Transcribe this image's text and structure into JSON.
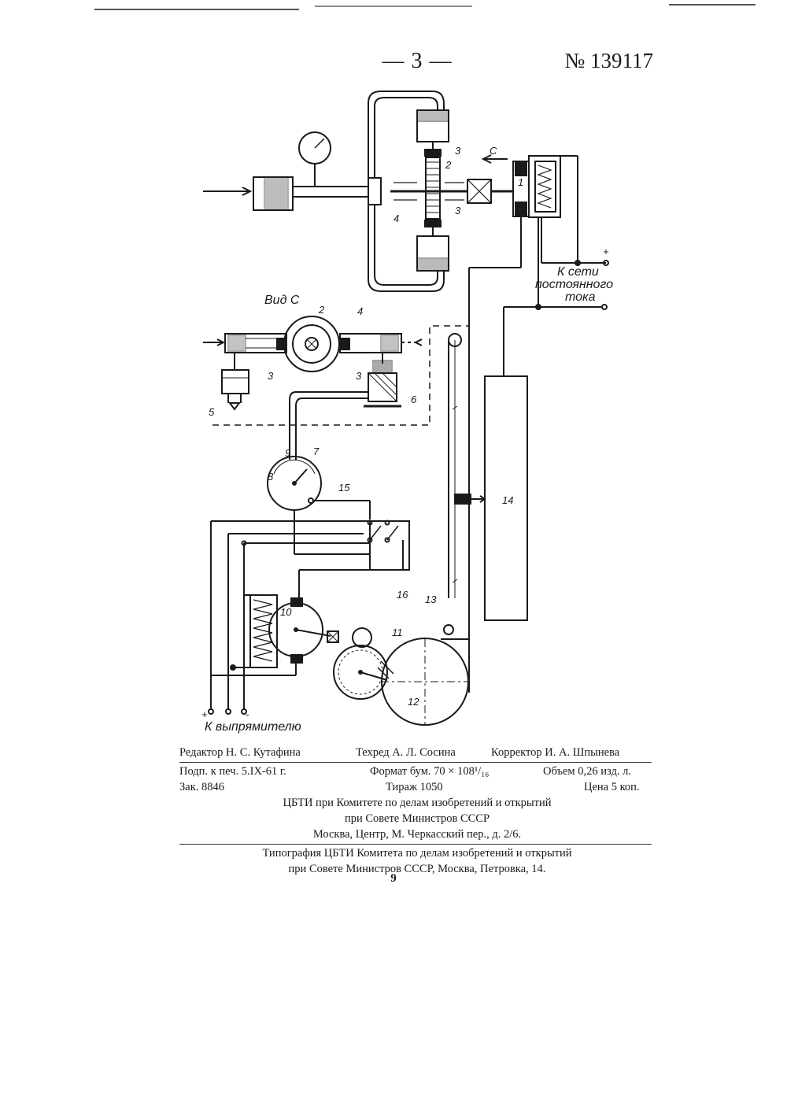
{
  "header": {
    "page_marker": "— 3 —",
    "patent_number": "№ 139117"
  },
  "figure_labels": {
    "view": "Вид С",
    "arrow_c": "С",
    "dc_supply": [
      "К сети",
      "постоянного",
      "тока"
    ],
    "rectifier": "К выпрямителю",
    "plus": "+",
    "minus": "-",
    "numbers": [
      "1",
      "2",
      "3",
      "4",
      "5",
      "6",
      "7",
      "8",
      "9",
      "10",
      "11",
      "12",
      "13",
      "14",
      "15",
      "16"
    ]
  },
  "imprint": {
    "editor": "Редактор Н. С. Кутафина",
    "techred": "Техред А. Л. Сосина",
    "corrector": "Корректор И. А. Шпынева",
    "signed": "Подп. к печ. 5.IX-61 г.",
    "format": "Формат бум. 70 × 108¹/₁₆",
    "volume": "Объем 0,26 изд. л.",
    "order": "Зак. 8846",
    "print_run": "Тираж 1050",
    "price": "Цена 5 коп.",
    "publisher_line1": "ЦБТИ при Комитете по делам изобретений и открытий",
    "publisher_line2": "при Совете Министров СССР",
    "publisher_address": "Москва, Центр, М. Черкасский пер., д. 2/6.",
    "printer_line1": "Типография ЦБТИ Комитета по делам изобретений и открытий",
    "printer_line2": "при Совете Министров СССР, Москва, Петровка, 14.",
    "sheet_number": "9"
  }
}
